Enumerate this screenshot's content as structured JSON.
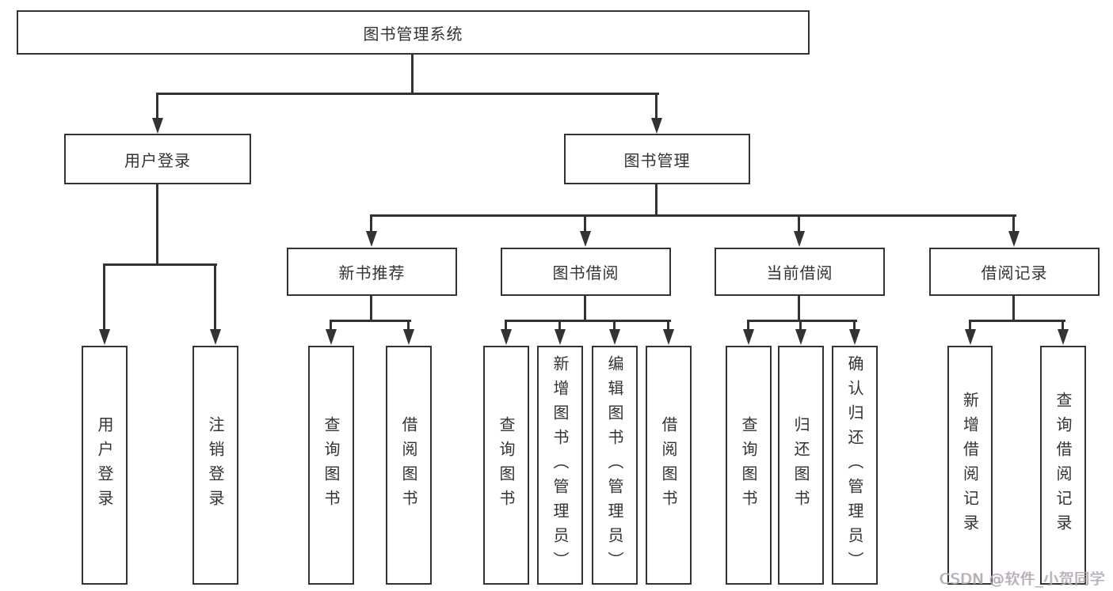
{
  "diagram": {
    "title": "图书管理系统",
    "type": "functional-structure-tree",
    "colors": {
      "line": "#333333",
      "box_border": "#333333",
      "box_fill": "#ffffff",
      "text": "#333333",
      "background": "#ffffff"
    },
    "nodes": {
      "root": {
        "label": "图书管理系统"
      },
      "user_login": {
        "label": "用户登录"
      },
      "book_management": {
        "label": "图书管理"
      },
      "new_book_recommend": {
        "label": "新书推荐"
      },
      "book_borrowing": {
        "label": "图书借阅"
      },
      "current_borrowing": {
        "label": "当前借阅"
      },
      "borrowing_records": {
        "label": "借阅记录"
      },
      "user_login_leaf": {
        "label": "用户登录"
      },
      "logout_leaf": {
        "label": "注销登录"
      },
      "rec_query_books": {
        "label": "查询图书"
      },
      "rec_borrow_books": {
        "label": "借阅图书"
      },
      "bor_query_books": {
        "label": "查询图书"
      },
      "bor_add_books_admin": {
        "label": "新增图书（管理员）"
      },
      "bor_edit_books_admin": {
        "label": "编辑图书（管理员）"
      },
      "bor_borrow_books": {
        "label": "借阅图书"
      },
      "cur_query_books": {
        "label": "查询图书"
      },
      "cur_return_books": {
        "label": "归还图书"
      },
      "cur_confirm_return_admin": {
        "label": "确认归还（管理员）"
      },
      "his_add_record": {
        "label": "新增借阅记录"
      },
      "his_query_record": {
        "label": "查询借阅记录"
      }
    },
    "tree": {
      "图书管理系统": {
        "用户登录": [
          "用户登录",
          "注销登录"
        ],
        "图书管理": {
          "新书推荐": [
            "查询图书",
            "借阅图书"
          ],
          "图书借阅": [
            "查询图书",
            "新增图书（管理员）",
            "编辑图书（管理员）",
            "借阅图书"
          ],
          "当前借阅": [
            "查询图书",
            "归还图书",
            "确认归还（管理员）"
          ],
          "借阅记录": [
            "新增借阅记录",
            "查询借阅记录"
          ]
        }
      }
    }
  },
  "watermark": {
    "text": "CSDN @软件_小贺同学",
    "color": "#aeaeae"
  }
}
